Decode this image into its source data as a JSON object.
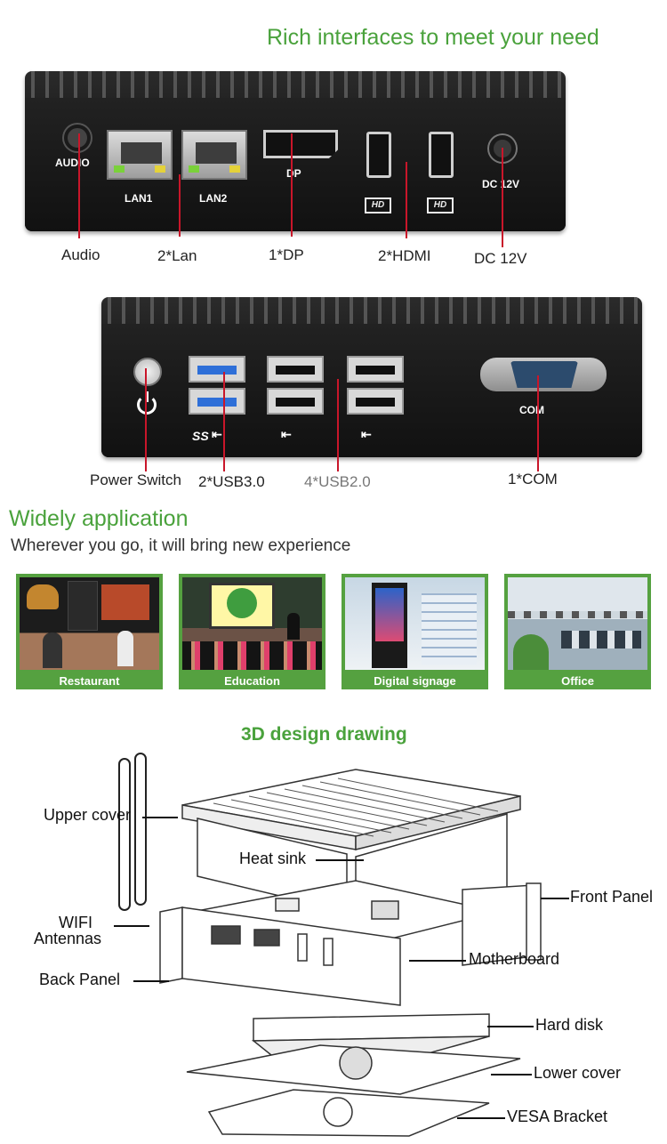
{
  "interfaces": {
    "title": "Rich interfaces to meet your need",
    "panel1": {
      "port_labels": {
        "audio": "AUDIO",
        "lan1": "LAN1",
        "lan2": "LAN2",
        "dp": "DP",
        "dc": "DC 12V",
        "hd1": "HD",
        "hd2": "HD"
      },
      "captions": {
        "audio": "Audio",
        "lan": "2*Lan",
        "dp": "1*DP",
        "hdmi": "2*HDMI",
        "dc": "DC 12V"
      }
    },
    "panel2": {
      "port_labels": {
        "com": "COM",
        "ss_usb": "SS",
        "usb_symbol_1": "⭠",
        "usb_symbol_2": "⭠"
      },
      "captions": {
        "power": "Power Switch",
        "usb3": "2*USB3.0",
        "usb2": "4*USB2.0",
        "com": "1*COM"
      }
    }
  },
  "application": {
    "title": "Widely application",
    "subtitle": "Wherever you go, it will bring new experience",
    "items": [
      {
        "label": "Restaurant"
      },
      {
        "label": "Education"
      },
      {
        "label": "Digital signage"
      },
      {
        "label": "Office"
      }
    ]
  },
  "design": {
    "title": "3D design drawing",
    "labels": {
      "upper_cover": "Upper cover",
      "heat_sink": "Heat sink",
      "front_panel": "Front Panel",
      "wifi": "WIFI",
      "antennas": "Antennas",
      "motherboard": "Motherboard",
      "back_panel": "Back Panel",
      "hard_disk": "Hard disk",
      "lower_cover": "Lower cover",
      "vesa": "VESA Bracket"
    }
  },
  "colors": {
    "accent_green": "#4aa23c",
    "callout_red": "#c9162a",
    "card_green": "#55a140"
  }
}
